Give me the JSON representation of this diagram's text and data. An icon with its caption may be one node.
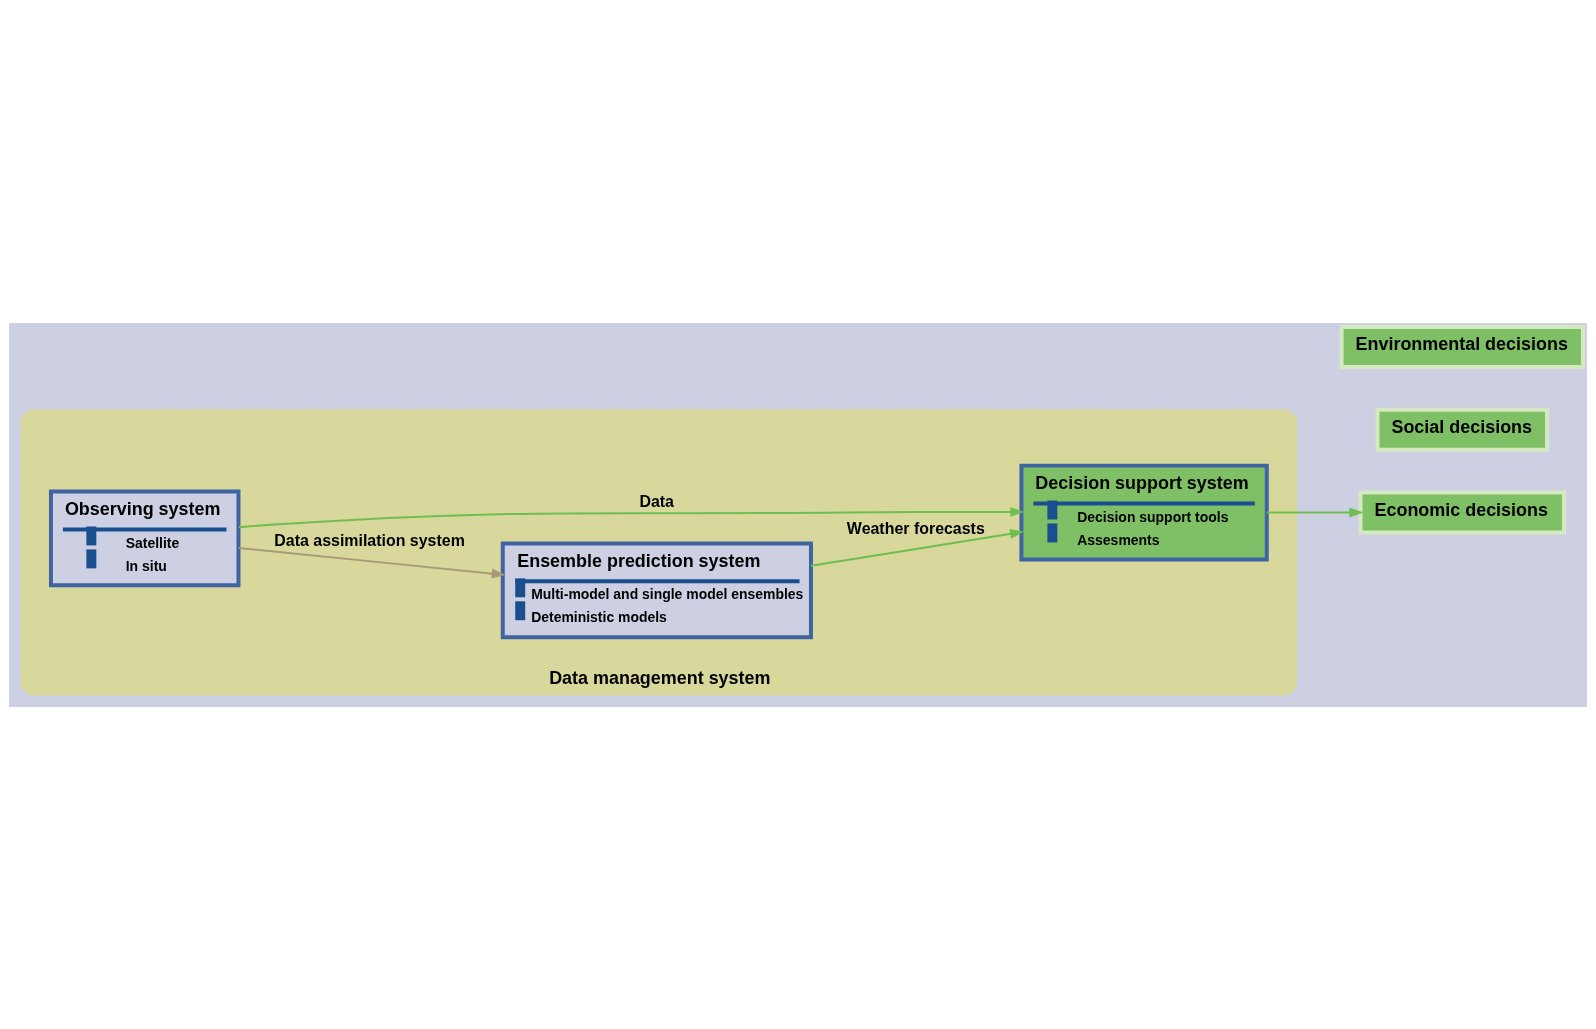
{
  "diagram": {
    "nodes": [
      {
        "text": [
          "Data management system"
        ]
      },
      {
        "text": [
          "Ensemble prediction system",
          "Multi-model and single model ensembles",
          "Deteministic models"
        ],
        "in": 0
      },
      {
        "text": [
          "Decision support system",
          "Decision support tools",
          "Assesments"
        ],
        "in": 0
      },
      {
        "text": [
          "Observing system",
          "Satellite",
          "In situ"
        ],
        "in": 0
      },
      {
        "text": [
          "Social decisions"
        ]
      },
      {
        "text": [
          "Economic decisions"
        ]
      },
      {
        "text": [
          "Environmental decisions"
        ]
      }
    ],
    "edges": [
      {
        "from": 1,
        "to": 2,
        "arrow": "to",
        "label": "Weather forecasts"
      },
      {
        "from": 3,
        "to": 1,
        "arrow": "to",
        "label": "Data assimilation system",
        "color": "#a89a78"
      },
      {
        "from": 3,
        "to": 2,
        "arrow": "to",
        "label": "Data"
      },
      {
        "from": 2,
        "to": 5,
        "arrow": "to"
      }
    ]
  }
}
